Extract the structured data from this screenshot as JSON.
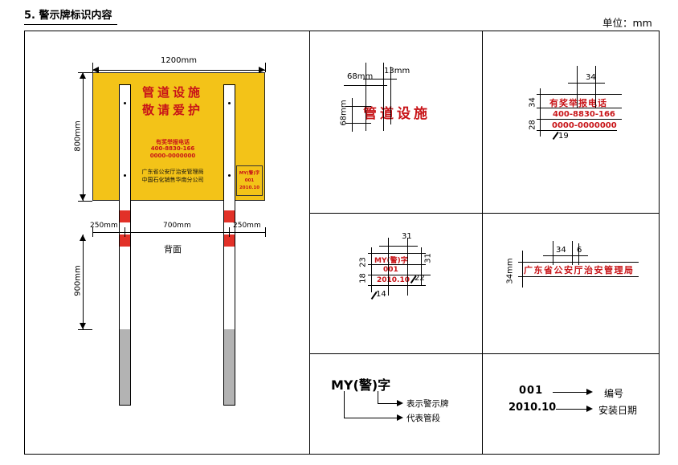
{
  "header": {
    "title": "5. 警示牌标识内容",
    "unit": "单位：mm"
  },
  "colors": {
    "board_yellow": "#F3C318",
    "text_red": "#C81418",
    "band_red": "#E23128",
    "post_gray": "#B3B3B3"
  },
  "sign_board": {
    "title1": "管道设施",
    "title2": "敬请爱护",
    "hotline_title": "有奖举报电话",
    "hotline1": "400-8830-166",
    "hotline2": "0000-0000000",
    "agency1": "广东省公安厅治安管理局",
    "agency2": "中国石化销售华南分公司",
    "plate1": "MY(警)字",
    "plate2": "001",
    "plate3": "2010.10",
    "back_label": "背面",
    "dim_width": "1200mm",
    "dim_height": "800mm",
    "dim_left": "250mm",
    "dim_center": "700mm",
    "dim_right": "250mm",
    "dim_post": "900mm"
  },
  "detail_title": {
    "text": "管道设施",
    "dim_char_width": "68mm",
    "dim_gap": "13mm",
    "dim_char_height": "68mm"
  },
  "detail_hotline": {
    "line1": "有奖举报电话",
    "line2": "400-8830-166",
    "line3": "0000-0000000",
    "dim_width": "34",
    "dim_h1": "34",
    "dim_h2": "28",
    "dim_h3": "19"
  },
  "detail_plate": {
    "line1": "MY(警)字",
    "line2": "001",
    "line3": "2010.10",
    "dim_top": "31",
    "dim_left1": "23",
    "dim_left2": "18",
    "dim_right": "31",
    "dim_mid": "22",
    "dim_bottom": "14"
  },
  "detail_agency": {
    "text": "广东省公安厅治安管理局",
    "dim_char": "34",
    "dim_gap": "6",
    "dim_height": "34mm"
  },
  "legend_code": {
    "text": "MY(警)字",
    "note1": "表示警示牌",
    "note2": "代表管段"
  },
  "legend_number": {
    "number": "001",
    "number_label": "编号",
    "date": "2010.10",
    "date_label": "安装日期"
  }
}
